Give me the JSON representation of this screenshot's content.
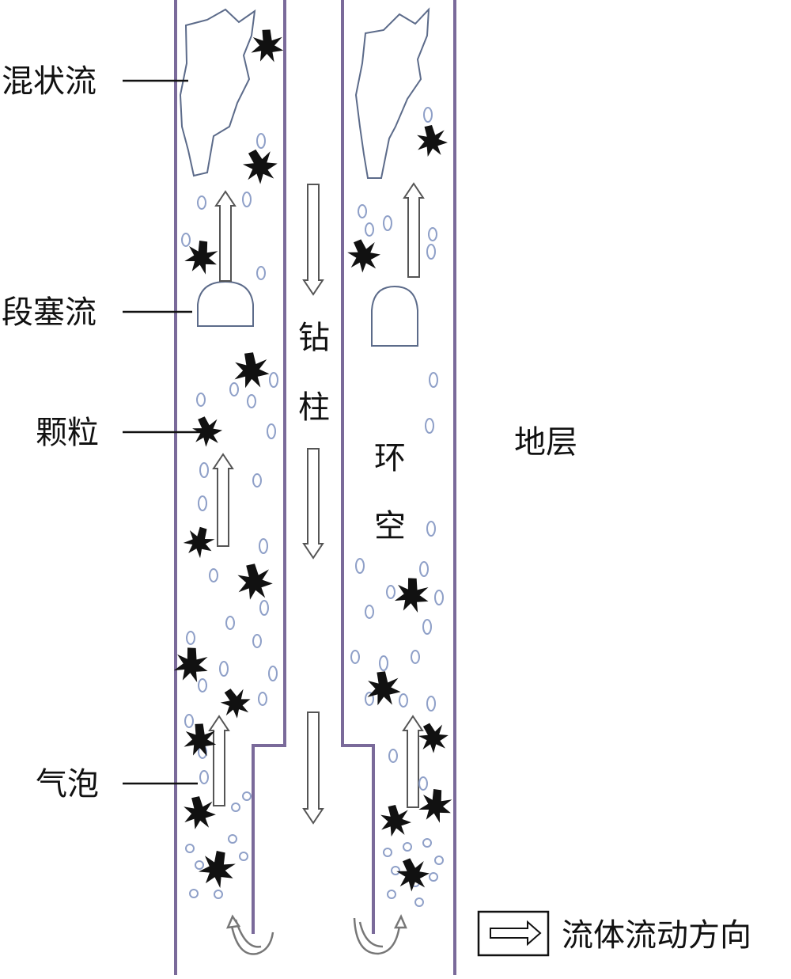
{
  "labels": {
    "mixed_flow": "混状流",
    "slug_flow": "段塞流",
    "particle": "颗粒",
    "bubble": "气泡",
    "formation": "地层",
    "drill_string_1": "钻",
    "drill_string_2": "柱",
    "annulus_1": "环",
    "annulus_2": "空"
  },
  "legend": {
    "text": "流体流动方向",
    "icon": "hollow-arrow-right-icon"
  },
  "colors": {
    "wall": "#7a6a9a",
    "bubble": "#8fa0c8",
    "particle": "#111111",
    "outline": "#5c6b8a"
  }
}
